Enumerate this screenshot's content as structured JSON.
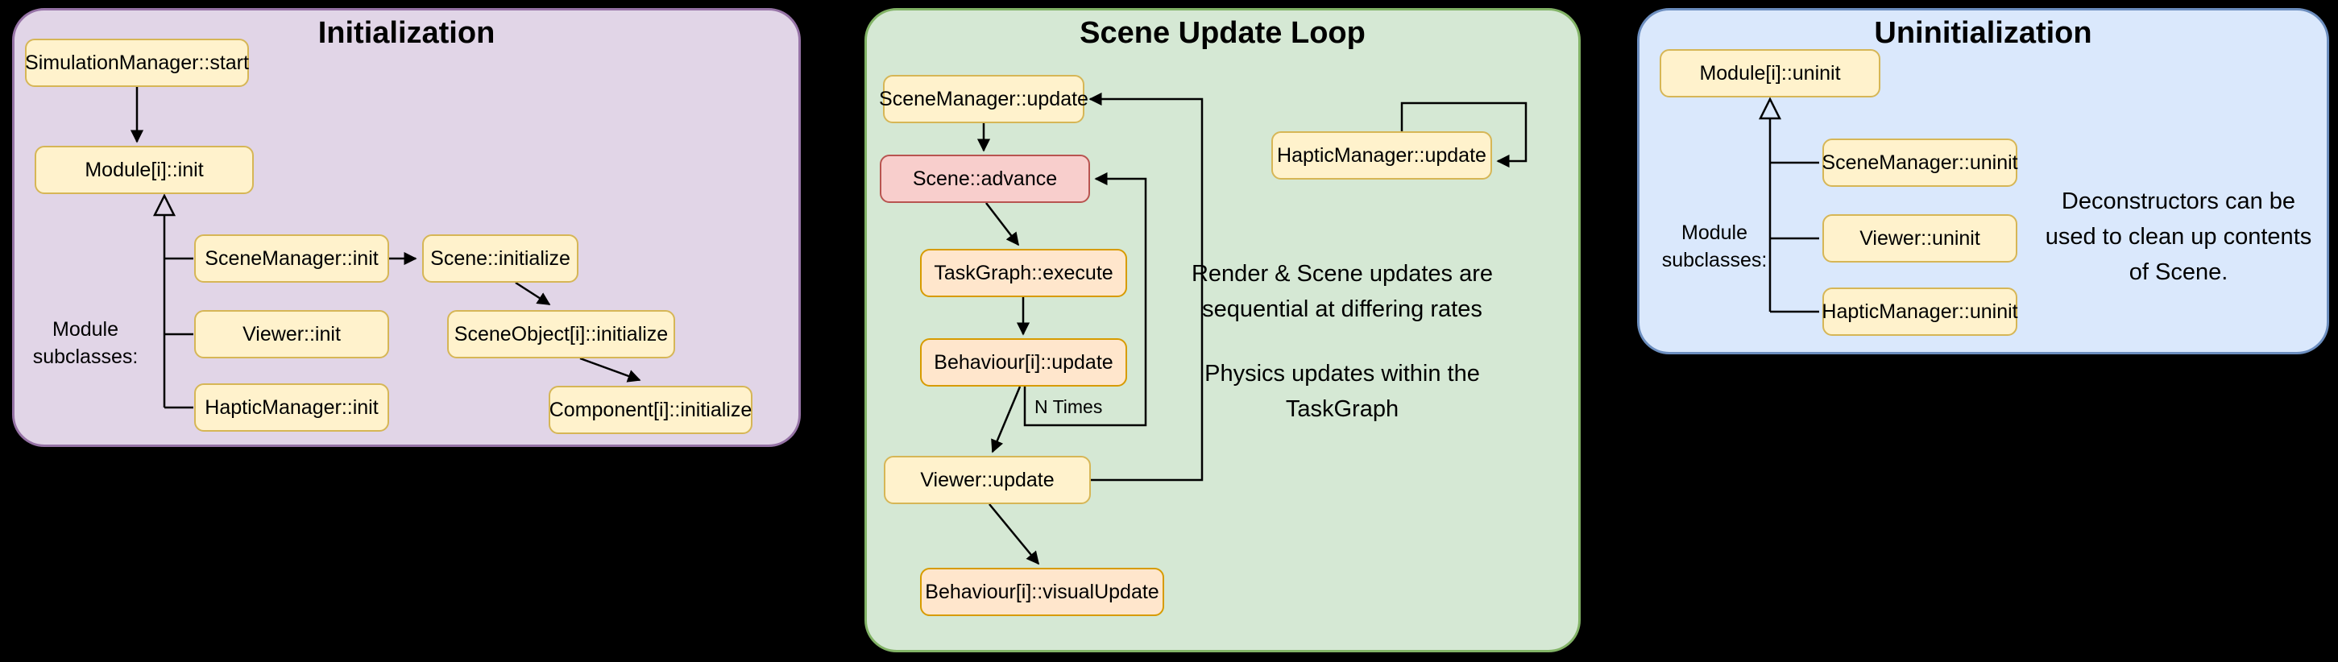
{
  "panels": {
    "init": {
      "title": "Initialization",
      "subclasses_label": "Module\nsubclasses:",
      "nodes": {
        "sim_start": "SimulationManager::start",
        "module_init": "Module[i]::init",
        "scenemanager_init": "SceneManager::init",
        "viewer_init": "Viewer::init",
        "hapticmanager_init": "HapticManager::init",
        "scene_initialize": "Scene::initialize",
        "sceneobject_initialize": "SceneObject[i]::initialize",
        "component_initialize": "Component[i]::initialize"
      }
    },
    "update": {
      "title": "Scene Update Loop",
      "nodes": {
        "scenemanager_update": "SceneManager::update",
        "scene_advance": "Scene::advance",
        "taskgraph_execute": "TaskGraph::execute",
        "behaviour_update": "Behaviour[i]::update",
        "viewer_update": "Viewer::update",
        "behaviour_visualupdate": "Behaviour[i]::visualUpdate",
        "hapticmanager_update": "HapticManager::update"
      },
      "n_times_label": "N Times",
      "note_rates": "Render & Scene updates are\nsequential at differing rates",
      "note_physics": "Physics updates within the\nTaskGraph"
    },
    "uninit": {
      "title": "Uninitialization",
      "subclasses_label": "Module\nsubclasses:",
      "nodes": {
        "module_uninit": "Module[i]::uninit",
        "scenemanager_uninit": "SceneManager::uninit",
        "viewer_uninit": "Viewer::uninit",
        "hapticmanager_uninit": "HapticManager::uninit"
      },
      "note": "Deconstructors can be\nused to clean up contents\nof Scene."
    }
  },
  "colors": {
    "background": "#000000",
    "panel_init_fill": "#e1d5e7",
    "panel_init_border": "#9673a6",
    "panel_update_fill": "#d5e8d4",
    "panel_update_border": "#82b366",
    "panel_uninit_fill": "#dae8fc",
    "panel_uninit_border": "#6c8ebf",
    "node_yellow_fill": "#fff2cc",
    "node_yellow_border": "#d6b656",
    "node_pink_fill": "#f8cecc",
    "node_pink_border": "#b85450",
    "node_orange_fill": "#ffe6cc",
    "node_orange_border": "#d79b00",
    "arrow": "#000000"
  }
}
